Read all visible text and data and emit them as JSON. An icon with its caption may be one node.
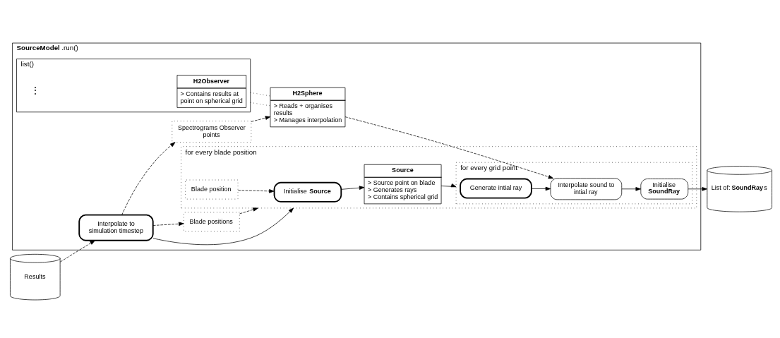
{
  "diagram": {
    "nodes": [
      {
        "text": [
          "**SourceModel**.run()"
        ]
      },
      {
        "text": [
          "Results"
        ]
      },
      {
        "text": [
          "Interpolate to simulation timestep"
        ],
        "in": 0
      },
      {
        "text": [
          "Blade positions"
        ],
        "in": 0
      },
      {
        "text": [
          "Spectrograms Observer points"
        ],
        "in": 0
      },
      {
        "text": [
          "for every blade position"
        ],
        "in": 0
      },
      {
        "text": [
          "Initialise **Source**"
        ],
        "in": 5
      },
      {
        "text": [
          "Source",
          "> Source point on blade",
          "> Generates rays",
          "> Contains spherical grid"
        ],
        "in": 5
      },
      {
        "text": [
          "Blade position"
        ],
        "in": 5
      },
      {
        "text": [
          "for every grid point"
        ],
        "in": 5
      },
      {
        "text": [
          "Generate intial ray"
        ],
        "in": 9
      },
      {
        "text": [
          "Interpolate sound to intial ray"
        ],
        "in": 9
      },
      {
        "text": [
          "Initialise **SoundRay**"
        ],
        "in": 9
      },
      {
        "text": [
          "List of: **SoundRay**s"
        ]
      },
      {
        "text": [
          "list()"
        ],
        "in": 0
      },
      {
        "text": [
          "H2Observer",
          "> Contains results at point on spherical grid"
        ],
        "in": 14
      },
      {
        "text": [
          "H2Sphere",
          "> Reads + organises results",
          "> Manages interpolation"
        ],
        "in": 0
      }
    ],
    "edges": [
      {
        "from": 1,
        "to": 2,
        "arrow": "to",
        "style": "dashed"
      },
      {
        "from": 2,
        "to": 5,
        "arrow": "to"
      },
      {
        "from": 2,
        "to": 3,
        "arrow": "to",
        "style": "dashed"
      },
      {
        "from": 2,
        "to": 4,
        "arrow": "to",
        "style": "dashed"
      },
      {
        "from": 3,
        "to": 5,
        "arrow": "to",
        "style": "dashed"
      },
      {
        "from": 4,
        "to": 16,
        "arrow": "to",
        "style": "dashed"
      },
      {
        "from": 8,
        "to": 6,
        "arrow": "to",
        "style": "dashed"
      },
      {
        "from": 6,
        "to": 7,
        "arrow": "to"
      },
      {
        "from": 7,
        "to": 9,
        "arrow": "to"
      },
      {
        "from": 10,
        "to": 11,
        "arrow": "to"
      },
      {
        "from": 11,
        "to": 12,
        "arrow": "to"
      },
      {
        "from": 12,
        "to": 13,
        "arrow": "to"
      },
      {
        "from": 16,
        "to": 11,
        "arrow": "to",
        "style": "dashed"
      },
      {
        "from": 14,
        "to": 16,
        "arrow": "none",
        "style": "dashed"
      },
      {
        "from": 14,
        "to": 16,
        "arrow": "none",
        "style": "dashed"
      }
    ],
    "labels": [
      "⋮"
    ]
  }
}
